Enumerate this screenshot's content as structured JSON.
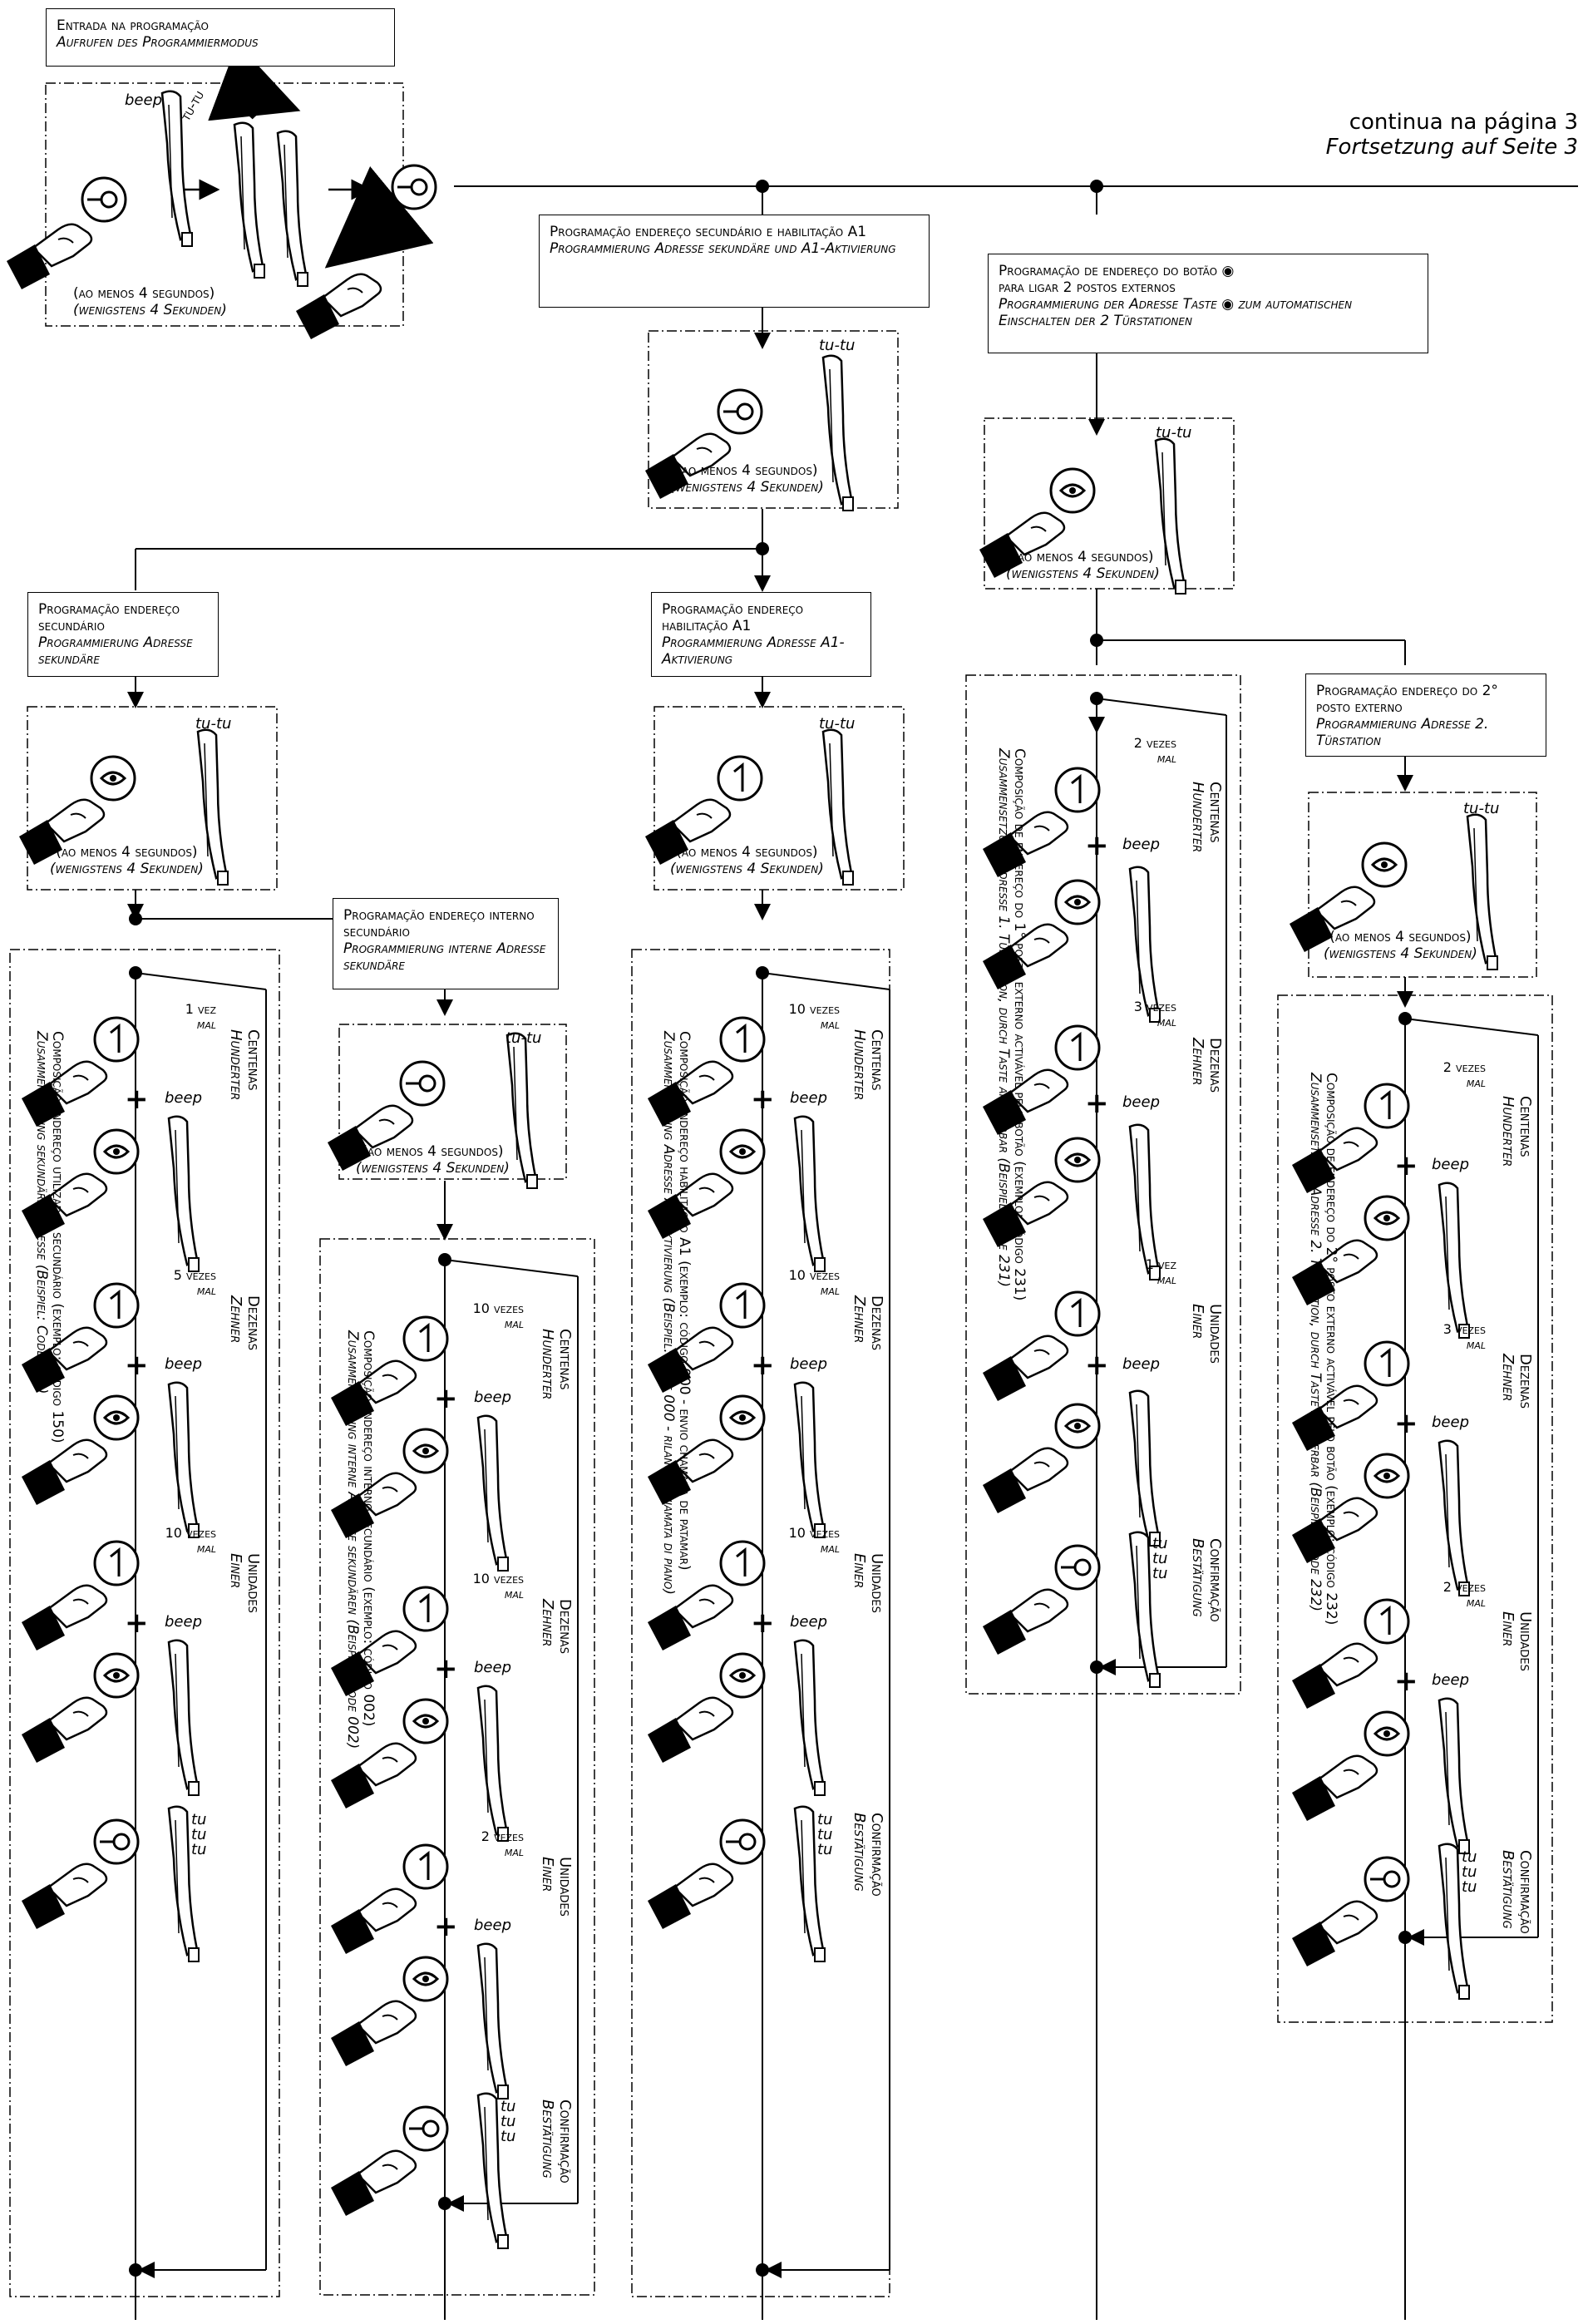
{
  "header": {
    "entry_pt": "Entrada na programação",
    "entry_de": "Aufrufen des Programmiermodus",
    "continue_pt": "continua na página 3",
    "continue_de": "Fortsetzung auf Seite 3"
  },
  "common": {
    "beep": "beep",
    "tu_tu": "tu-tu",
    "tu_tu_tu": [
      "tu",
      "tu",
      "tu"
    ],
    "tu_tu_dialog": "tu-tu",
    "hold_pt": "(ao menos 4 segundos)",
    "hold_de": "(wenigstens 4 Sekunden)",
    "plus": "+",
    "hundreds_pt": "Centenas",
    "hundreds_de": "Hunderter",
    "tens_pt": "Dezenas",
    "tens_de": "Zehner",
    "units_pt": "Unidades",
    "units_de": "Einer",
    "confirm_pt": "Confirmação",
    "confirm_de": "Bestätigung",
    "mal": "mal"
  },
  "boxes": {
    "sec_a1_pt": "Programação endereço secundário e habilitação A1",
    "sec_a1_de": "Programmierung Adresse sekundäre und A1-Aktivierung",
    "btn_pt_a": "Programação de endereço do botão",
    "btn_pt_b": "para ligar 2 postos externos",
    "btn_de_a": "Programmierung der Adresse Taste",
    "btn_de_b": "zum automatischen Einschalten der 2 Türstationen",
    "sec_pt": "Programação endereço secundário",
    "sec_de": "Programmierung Adresse sekundäre",
    "a1_pt": "Programação endereço habilitação A1",
    "a1_de": "Programmierung Adresse A1-Aktivierung",
    "int_pt": "Programação endereço interno secundário",
    "int_de": "Programmierung interne Adresse sekundäre",
    "ext2_pt": "Programação endereço do 2° posto externo",
    "ext2_de": "Programmierung Adresse 2. Türstation"
  },
  "columns": {
    "c1": {
      "h": "1 vez",
      "t": "5 vezes",
      "u": "10 vezes",
      "desc_pt": "Composição endereço utilizador secundário (exemplo: código 150)",
      "desc_de": "Zusammensetzung sekundäre Adresse (Beispiel: Code 150)"
    },
    "c2": {
      "h": "10 vezes",
      "t": "10 vezes",
      "u": "2 vezes",
      "desc_pt": "Composição endereço interno secundário (exemplo: código 002)",
      "desc_de": "Zusammensetzung interne Adresse sekundären (Beispiel: Code 002)"
    },
    "c3": {
      "h": "10 vezes",
      "t": "10 vezes",
      "u": "10 vezes",
      "desc_pt": "Composição endereço habilitação A1 (exemplo: código 000 - envio chamada de patamar)",
      "desc_de": "Zusammensetzung Adresse A1-Aktivierung (Beispiel: Code 000 - rilancio chiamata di piano)"
    },
    "c4": {
      "h": "2 vezes",
      "t": "3 vezes",
      "u": "1 vez",
      "desc_pt": "Composição de endereço do 1° posto externo activável pelo botão (exemplo: código 231)",
      "desc_de": "Zusammensetzung Adresse 1. Türstation, durch Taste aktivierbar (Beispiel: Code 231)"
    },
    "c5": {
      "h": "2 vezes",
      "t": "3 vezes",
      "u": "2 vezes",
      "desc_pt": "Composição de endereço do 2° posto externo activável pelo botão (exemplo: código 232)",
      "desc_de": "Zusammensetzung Adresse 2. Türstation, durch Taste aktivierbar (Beispiel: Code 232)"
    }
  }
}
